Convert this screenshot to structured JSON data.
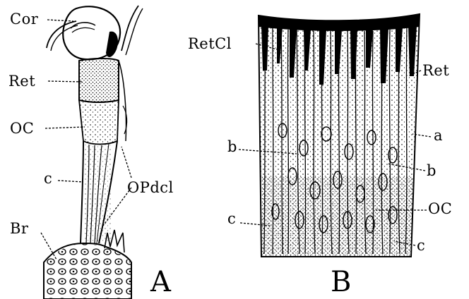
{
  "figure": {
    "panel_a": {
      "letter": "A",
      "labels": {
        "cor": "Cor",
        "ret": "Ret",
        "oc": "OC",
        "c": "c",
        "opdcl": "OPdcl",
        "br": "Br"
      }
    },
    "panel_b": {
      "letter": "B",
      "labels": {
        "retcl": "RetCl",
        "ret": "Ret",
        "a": "a",
        "b_left": "b",
        "b_right": "b",
        "c_left": "c",
        "oc": "OC",
        "c_right": "c"
      }
    }
  }
}
